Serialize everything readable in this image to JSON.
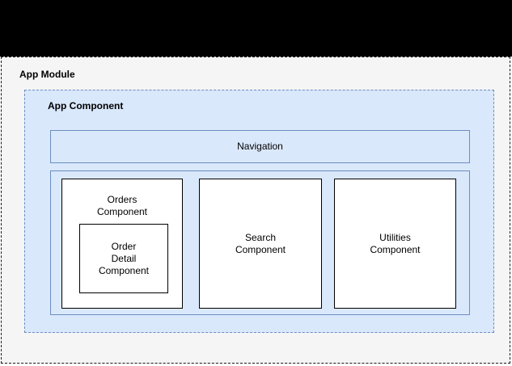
{
  "diagram": {
    "app_module": {
      "label": "App Module"
    },
    "app_component": {
      "label": "App Component"
    },
    "navigation": {
      "label": "Navigation"
    },
    "components": {
      "orders": {
        "label": "Orders\nComponent"
      },
      "order_detail": {
        "label": "Order\nDetail\nComponent"
      },
      "search": {
        "label": "Search\nComponent"
      },
      "utilities": {
        "label": "Utilities\nComponent"
      }
    },
    "colors": {
      "module_fill": "#f5f5f5",
      "module_border": "#1a1a1a",
      "component_fill": "#dae8fc",
      "component_border": "#6c8ebf",
      "box_fill": "#ffffff",
      "box_border": "#000000",
      "top_band": "#000000"
    }
  }
}
